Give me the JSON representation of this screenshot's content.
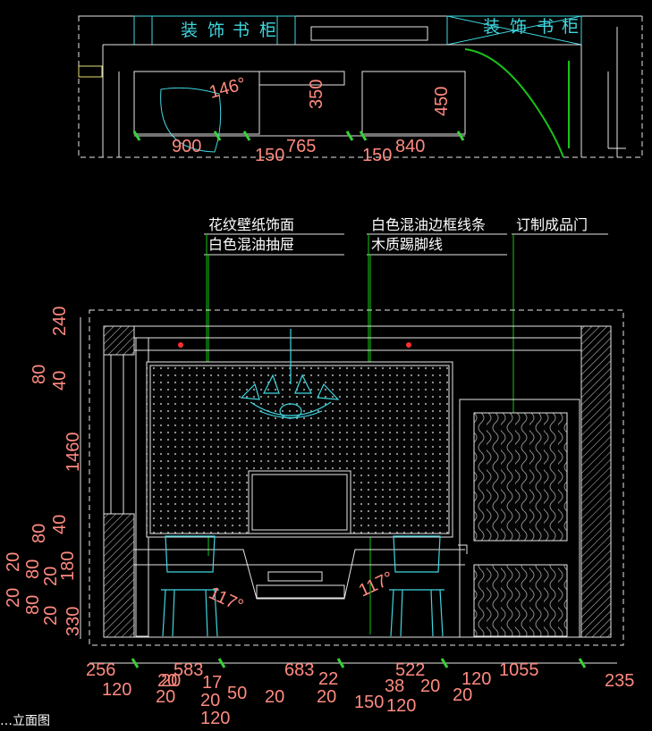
{
  "title_fragment": "…立面图",
  "plan": {
    "cabinet_left": [
      "装",
      "饰",
      "书",
      "柜"
    ],
    "cabinet_right": [
      "装",
      "饰",
      "书",
      "柜"
    ],
    "angle": "146°",
    "depths": [
      "350",
      "450"
    ],
    "dims": [
      "900",
      "150",
      "765",
      "150",
      "840"
    ]
  },
  "labels": {
    "wallpaper": "花纹壁纸饰面",
    "drawer": "白色混油抽屉",
    "frame_molding": "白色混油边框线条",
    "skirting": "木质踢脚线",
    "door": "订制成品门"
  },
  "elevation": {
    "angle_left": "117°",
    "angle_right": "117°",
    "left_dims": [
      "240",
      "80",
      "40",
      "1460",
      "80",
      "40",
      "20",
      "80",
      "180",
      "20",
      "20",
      "80",
      "20",
      "330"
    ],
    "bottom_dims_upper": [
      "256",
      "583",
      "683",
      "522",
      "1055"
    ],
    "bottom_dims_mid": [
      "120",
      "20",
      "20",
      "17",
      "20",
      "20",
      "22",
      "38",
      "20",
      "120",
      "20",
      "50",
      "235"
    ],
    "bottom_dims_low": [
      "120",
      "150",
      "120",
      "20",
      "20"
    ]
  },
  "colors": {
    "line_cyan": "#3fd7e0",
    "dim_text": "#ff8a80",
    "label_text": "#ffffff",
    "tick_green": "#38d038",
    "door_arc": "#19c419"
  }
}
